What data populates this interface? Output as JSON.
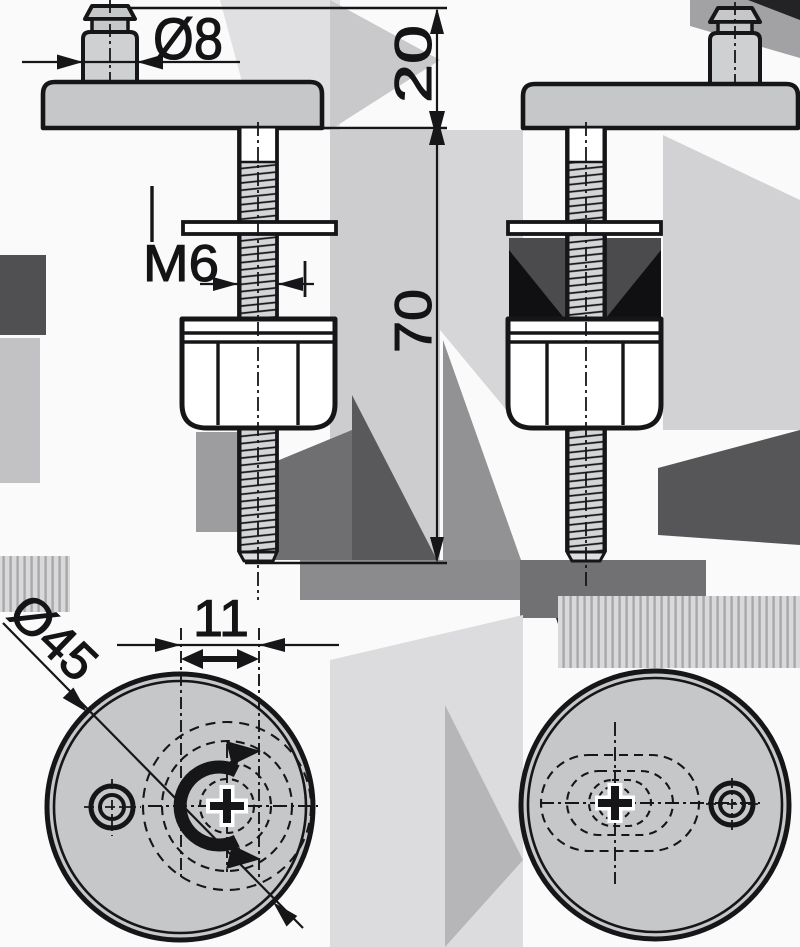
{
  "diagram": {
    "kind": "technical-drawing-adjustable-foot",
    "views": {
      "top_left": "side view with dimensions",
      "top_right": "side view plain",
      "bottom_left": "top view with rotation symbol",
      "bottom_right": "top view plain"
    },
    "dimensions": {
      "stud_diameter": "Ø8",
      "head_height": "20",
      "thread": "M6",
      "overall_height": "70",
      "slot_travel": "11",
      "base_diameter": "Ø45"
    },
    "icons": {
      "rotation_arrow": "rotate-adjust-icon",
      "slide_arrow": "slide-adjust-icon"
    },
    "colors": {
      "line": "#161618",
      "part_fill": "#c6c7c9",
      "thread_fill": "#d4d5d7",
      "white_fill": "#ffffff",
      "background": "#fafafa",
      "artifact_dark": "#101012"
    }
  }
}
